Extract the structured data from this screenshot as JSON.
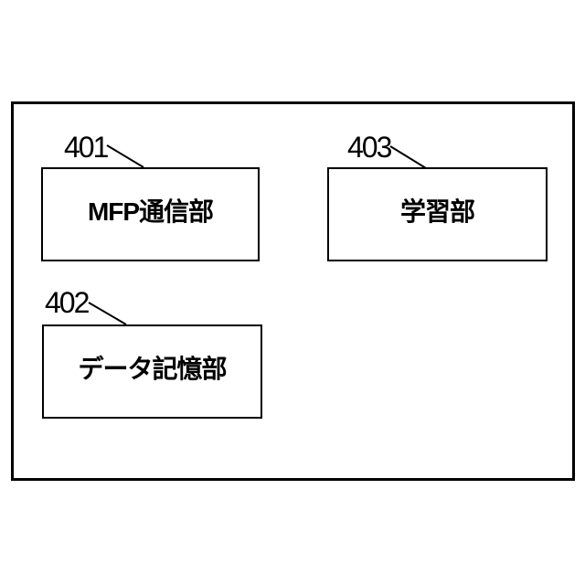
{
  "figure": {
    "background_color": "#ffffff",
    "line_color": "#000000",
    "text_color": "#000000",
    "boxes": [
      {
        "ref": "401",
        "label": "MFP通信部"
      },
      {
        "ref": "402",
        "label": "データ記憶部"
      },
      {
        "ref": "403",
        "label": "学習部"
      }
    ]
  }
}
